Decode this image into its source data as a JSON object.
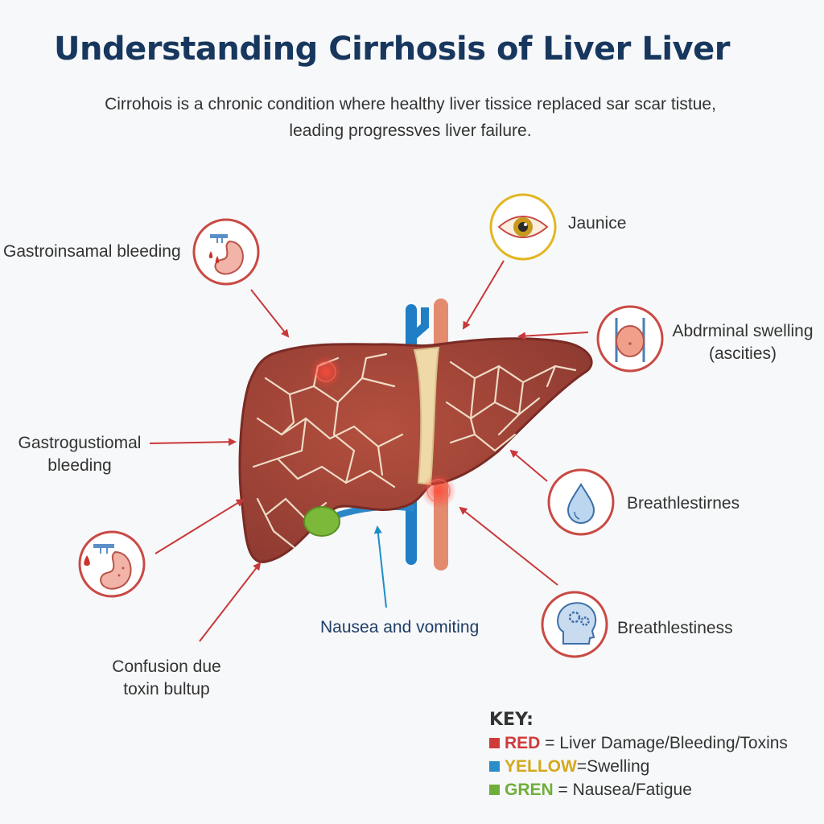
{
  "title": "Understanding Cirrhosis of Liver Liver",
  "subtitle": "Cirrohois is a chronic condition where healthy liver tissice replaced sar scar tistue, leading progressves liver failure.",
  "labels": {
    "top_left_bleeding": "Gastroinsamal bleeding",
    "mid_left_bleeding_1": "Gastrogustiomal",
    "mid_left_bleeding_2": "bleeding",
    "confusion_1": "Confusion due",
    "confusion_2": "toxin bultup",
    "nausea": "Nausea and vomiting",
    "jaundice": "Jaunice",
    "abdominal_1": "Abdrminal swelling",
    "abdominal_2": "(ascities)",
    "breath_1": "Breathlestirnes",
    "breath_2": "Breathlestiness"
  },
  "icons": {
    "stomach_top": "stomach-bleeding-icon",
    "stomach_bottom": "stomach-bleeding-icon",
    "eye": "eye-icon",
    "abdomen": "swollen-abdomen-icon",
    "drop": "water-drop-icon",
    "brain": "head-gears-icon"
  },
  "key": {
    "title": "KEY:",
    "items": [
      {
        "name": "RED",
        "desc": " = Liver Damage/Bleeding/Toxins",
        "color": "#d03a3a"
      },
      {
        "name": "YELLOW",
        "desc": "=Swelling",
        "color": "#2a8ec8"
      },
      {
        "name": "GREN",
        "desc": " = Nausea/Fatigue",
        "color": "#6fae3a"
      }
    ]
  },
  "colors": {
    "title": "#17375e",
    "arrow_red": "#c8383a",
    "arrow_blue": "#1a8ec9",
    "liver": "#a2443a",
    "scar": "#f2e2cc",
    "icon_ring_red": "#c94a44",
    "icon_ring_yellow": "#e2b622",
    "icon_ring_blue": "#4a7fb5"
  }
}
